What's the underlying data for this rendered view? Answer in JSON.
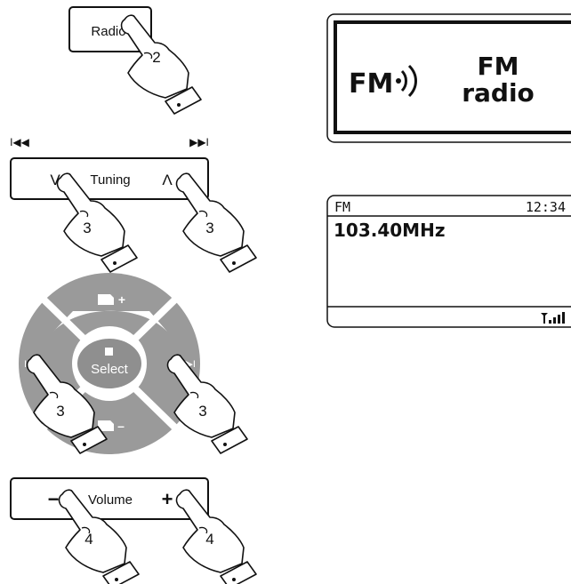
{
  "radio_button": {
    "label": "Radio",
    "step": "2"
  },
  "tuning": {
    "label": "Tuning",
    "down_symbol": "V",
    "up_symbol": "Λ",
    "prev_symbol": "I◀◀",
    "next_symbol": "▶▶I",
    "step_left": "3",
    "step_right": "3"
  },
  "dpad": {
    "center_label": "Select",
    "step_left": "3",
    "step_right": "3",
    "top_icon": "folder-plus-icon",
    "bottom_icon": "folder-minus-icon"
  },
  "volume": {
    "label": "Volume",
    "minus_symbol": "−",
    "plus_symbol": "+",
    "step_left": "4",
    "step_right": "4"
  },
  "mode_display": {
    "mode_icon": "FM",
    "line1": "FM",
    "line2": "radio"
  },
  "station_display": {
    "band": "FM",
    "time": "12:34",
    "frequency": "103.40MHz"
  }
}
